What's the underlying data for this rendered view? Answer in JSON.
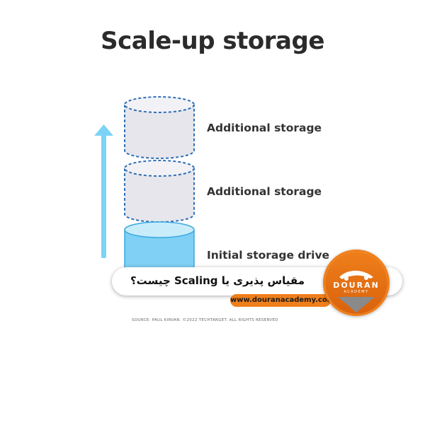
{
  "diagram": {
    "title": "Scale-up storage",
    "labels": {
      "top": "Additional storage",
      "middle": "Additional storage",
      "bottom": "Initial storage drive"
    },
    "source": "SOURCE: PAUL KIRVAN. ©2022 TECHTARGET. ALL RIGHTS RESERVED",
    "colors": {
      "arrow": "#7dd3f5",
      "dashed_cylinder_fill": "#e6e6ec",
      "dashed_cylinder_stroke": "#2f6fb6",
      "solid_cylinder_fill": "#7fd0f4",
      "solid_cylinder_top": "#c9ecfb"
    }
  },
  "banner": {
    "text": "مقیاس پذیری یا Scaling چیست؟",
    "url": "www.douranacademy.com",
    "accent": "#ef7f1a"
  },
  "logo": {
    "name": "DOURAN",
    "subtitle": "ACADEMY",
    "icon": "car-silhouette-icon"
  }
}
